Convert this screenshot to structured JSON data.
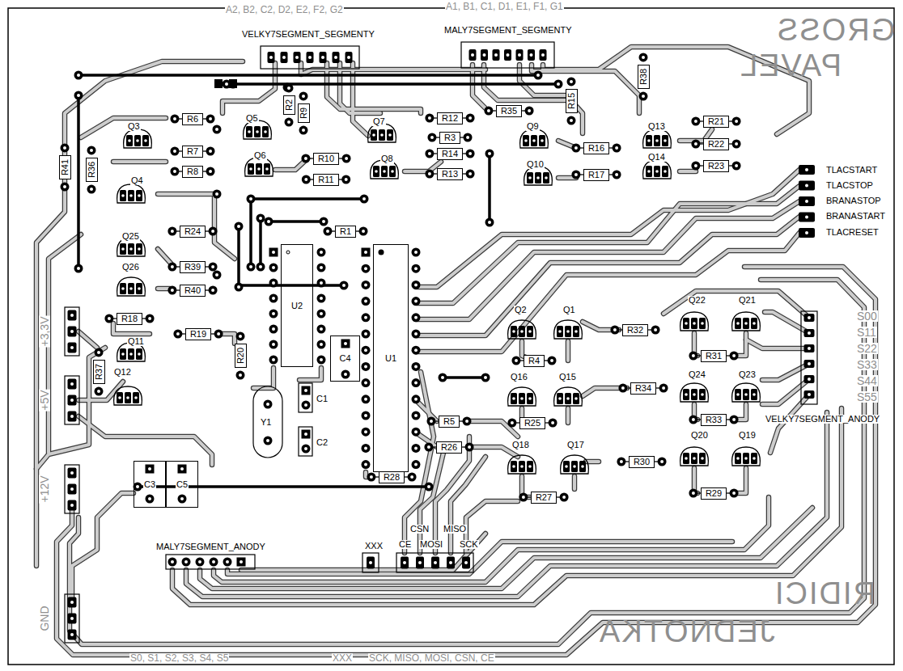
{
  "diagram": {
    "nodes": [
      {
        "text": [
          "R6"
        ]
      },
      {
        "text": [
          "R7"
        ]
      },
      {
        "text": [
          "R8"
        ]
      },
      {
        "text": [
          "R2"
        ]
      },
      {
        "text": [
          "R9"
        ]
      },
      {
        "text": [
          "R10"
        ]
      },
      {
        "text": [
          "R11"
        ]
      },
      {
        "text": [
          "R12"
        ]
      },
      {
        "text": [
          "R3"
        ]
      },
      {
        "text": [
          "R14"
        ]
      },
      {
        "text": [
          "R13"
        ]
      },
      {
        "text": [
          "R35"
        ]
      },
      {
        "text": [
          "R15"
        ]
      },
      {
        "text": [
          "R16"
        ]
      },
      {
        "text": [
          "R17"
        ]
      },
      {
        "text": [
          "R38"
        ]
      },
      {
        "text": [
          "R21"
        ]
      },
      {
        "text": [
          "R22"
        ]
      },
      {
        "text": [
          "R23"
        ]
      },
      {
        "text": [
          "R41"
        ]
      },
      {
        "text": [
          "R36"
        ]
      },
      {
        "text": [
          "R24"
        ]
      },
      {
        "text": [
          "R1"
        ]
      },
      {
        "text": [
          "R39"
        ]
      },
      {
        "text": [
          "R40"
        ]
      },
      {
        "text": [
          "U2"
        ]
      },
      {
        "text": [
          "U1"
        ]
      },
      {
        "text": [
          "R18"
        ]
      },
      {
        "text": [
          "R19"
        ]
      },
      {
        "text": [
          "C4"
        ]
      },
      {
        "text": [
          "R20"
        ]
      },
      {
        "text": [
          "R37"
        ]
      },
      {
        "text": [
          "C3"
        ]
      },
      {
        "text": [
          "C5"
        ]
      },
      {
        "text": [
          "R5"
        ]
      },
      {
        "text": [
          "R26"
        ]
      },
      {
        "text": [
          "R28"
        ]
      },
      {
        "text": [
          "R32"
        ]
      },
      {
        "text": [
          "R4"
        ]
      },
      {
        "text": [
          "R31"
        ]
      },
      {
        "text": [
          "R34"
        ]
      },
      {
        "text": [
          "R25"
        ]
      },
      {
        "text": [
          "R33"
        ]
      },
      {
        "text": [
          "R30"
        ]
      },
      {
        "text": [
          "R29"
        ]
      },
      {
        "text": [
          "R27"
        ]
      }
    ],
    "labels": [
      "A2, B2, C2, D2, E2, F2, G2",
      "A1, B1, C1, D1, E1, F1, G1",
      "GROSS",
      "PAVEL",
      "VELKY7SEGMENT_SEGMENTY",
      "MALY7SEGMENT_SEGMENTY",
      "Q3",
      "Q5",
      "Q7",
      "Q9",
      "Q13",
      "Q4",
      "Q6",
      "Q8",
      "Q10",
      "Q14",
      "Q25",
      "Q26",
      "Q11",
      "Q12",
      "TLACSTART",
      "TLACSTOP",
      "BRANASTOP",
      "BRANASTART",
      "TLACRESET",
      "+3,3V",
      "+5V",
      "+12V",
      "GND",
      "S00",
      "S11",
      "S22",
      "S33",
      "S44",
      "S55",
      "Q2",
      "Q1",
      "Q22",
      "Q21",
      "Q16",
      "Q15",
      "Q24",
      "Q23",
      "VELKY7SEGMENT_ANODY",
      "Q18",
      "Q17",
      "Q20",
      "Q19",
      "C1",
      "C2",
      "Y1",
      "MALY7SEGMENT_ANODY",
      "XXX",
      "CSN",
      "MISO",
      "CE",
      "MOSI",
      "SCK",
      "RIDICI",
      "JEDNOTKA",
      "S0, S1, S2, S3, S4, S5",
      "XXX",
      "SCK, MISO, MOSI, CSN, CE"
    ]
  }
}
